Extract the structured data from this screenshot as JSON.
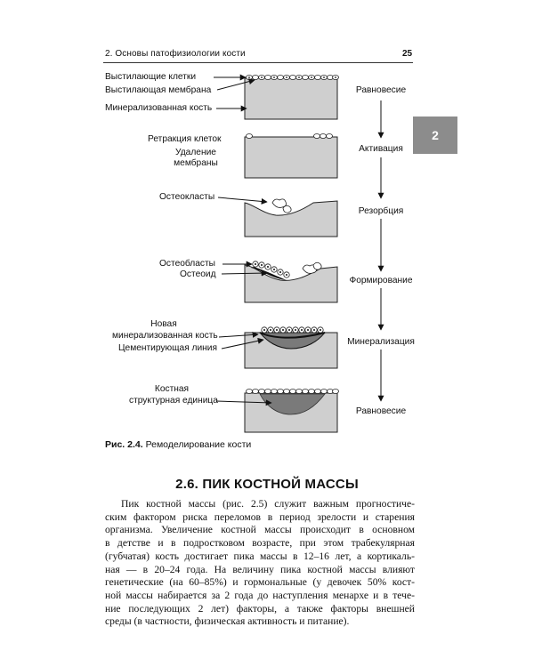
{
  "header": {
    "running_title": "2. Основы патофизиологии кости",
    "page_number": "25",
    "chapter_tab": "2"
  },
  "figure": {
    "labels": {
      "lining_cells": "Выстилающие клетки",
      "lining_membrane": "Выстилающая мембрана",
      "mineralized_bone": "Минерализованная кость",
      "cell_retraction": "Ретракция клеток",
      "membrane_removal_1": "Удаление",
      "membrane_removal_2": "мембраны",
      "osteoclasts": "Остеокласты",
      "osteoblasts": "Остеобласты",
      "osteoid": "Остеоид",
      "new_mineralized_1": "Новая",
      "new_mineralized_2": "минерализованная кость",
      "cement_line": "Цементирующая линия",
      "structural_unit_1": "Костная",
      "structural_unit_2": "структурная единица"
    },
    "stages": [
      "Равновесие",
      "Активация",
      "Резорбция",
      "Формирование",
      "Минерализация",
      "Равновесие"
    ],
    "caption_number": "Рис. 2.4.",
    "caption_text": "Ремоделирование кости"
  },
  "section": {
    "title": "2.6. ПИК КОСТНОЙ МАССЫ",
    "paragraph_lines": [
      "Пик костной массы (рис. 2.5) служит важным прогностиче-",
      "ским фактором риска переломов в период зрелости и старения",
      "организма. Увеличение костной массы происходит в основном",
      "в детстве и в подростковом возрасте, при этом трабекулярная",
      "(губчатая) кость достигает пика массы в 12–16 лет, а кортикаль-",
      "ная — в 20–24 года. На величину пика костной массы влияют",
      "генетические (на 60–85%) и гормональные (у девочек 50% кост-",
      "ной массы набирается за 2 года до наступления менархе и в тече-",
      "ние последующих 2 лет) факторы, а также факторы внешней",
      "среды (в частности, физическая активность и питание)."
    ]
  }
}
